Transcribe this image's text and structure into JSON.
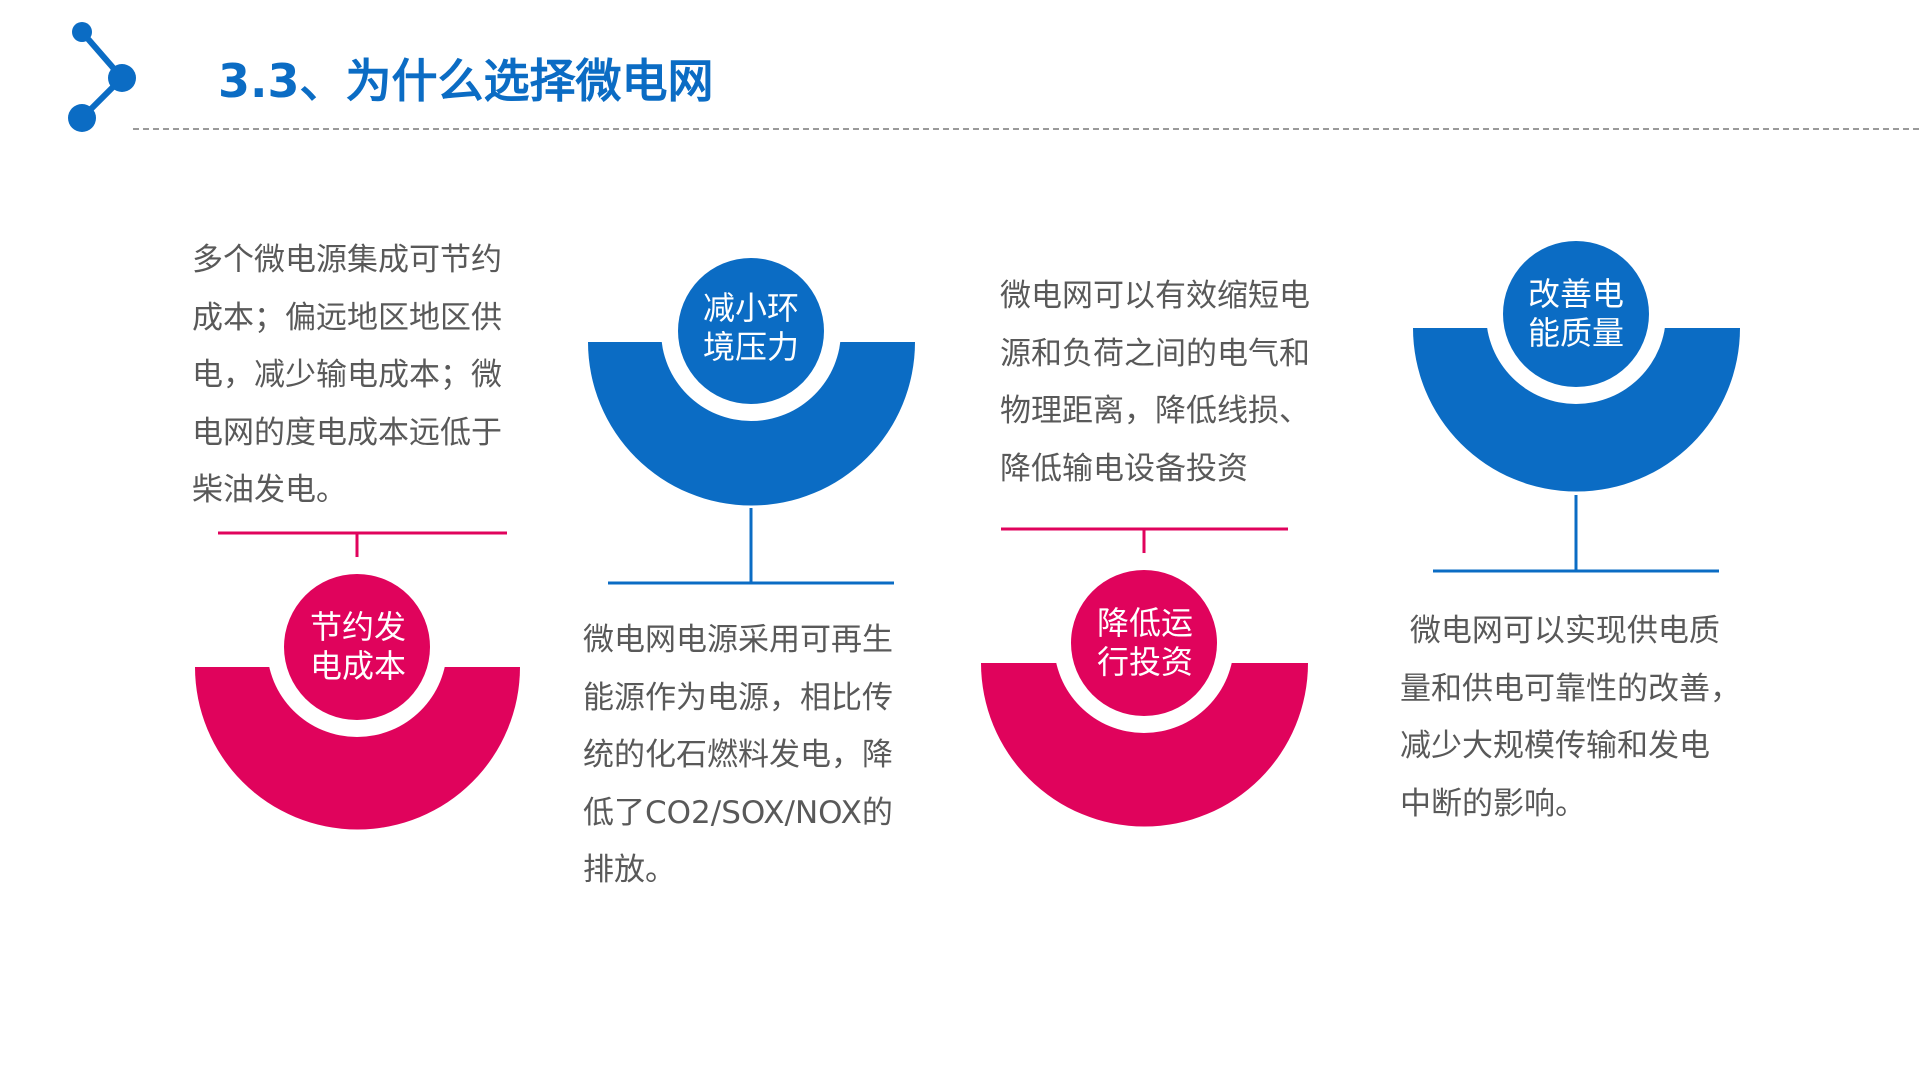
{
  "header": {
    "title": "3.3、为什么选择微电网",
    "logo_icon": "molecule-nodes-icon"
  },
  "colors": {
    "blue": "#0b6cc4",
    "magenta": "#e0035c",
    "text_gray": "#595959"
  },
  "items": [
    {
      "circle_lines": [
        "节约发",
        "电成本"
      ],
      "desc_lines": [
        "多个微电源集成可节约",
        "成本；偏远地区地区供",
        "电，减少输电成本；微",
        "电网的度电成本远低于",
        "柴油发电。"
      ]
    },
    {
      "circle_lines": [
        "减小环",
        "境压力"
      ],
      "desc_lines": [
        "微电网电源采用可再生",
        "能源作为电源，相比传",
        "统的化石燃料发电，降",
        "低了CO2/SOX/NOX的",
        "排放。"
      ]
    },
    {
      "circle_lines": [
        "降低运",
        "行投资"
      ],
      "desc_lines": [
        "微电网可以有效缩短电",
        "源和负荷之间的电气和",
        "物理距离，降低线损、",
        "降低输电设备投资"
      ]
    },
    {
      "circle_lines": [
        "改善电",
        "能质量"
      ],
      "desc_lines": [
        " 微电网可以实现供电质",
        "量和供电可靠性的改善，",
        "减少大规模传输和发电",
        "中断的影响。"
      ]
    }
  ]
}
